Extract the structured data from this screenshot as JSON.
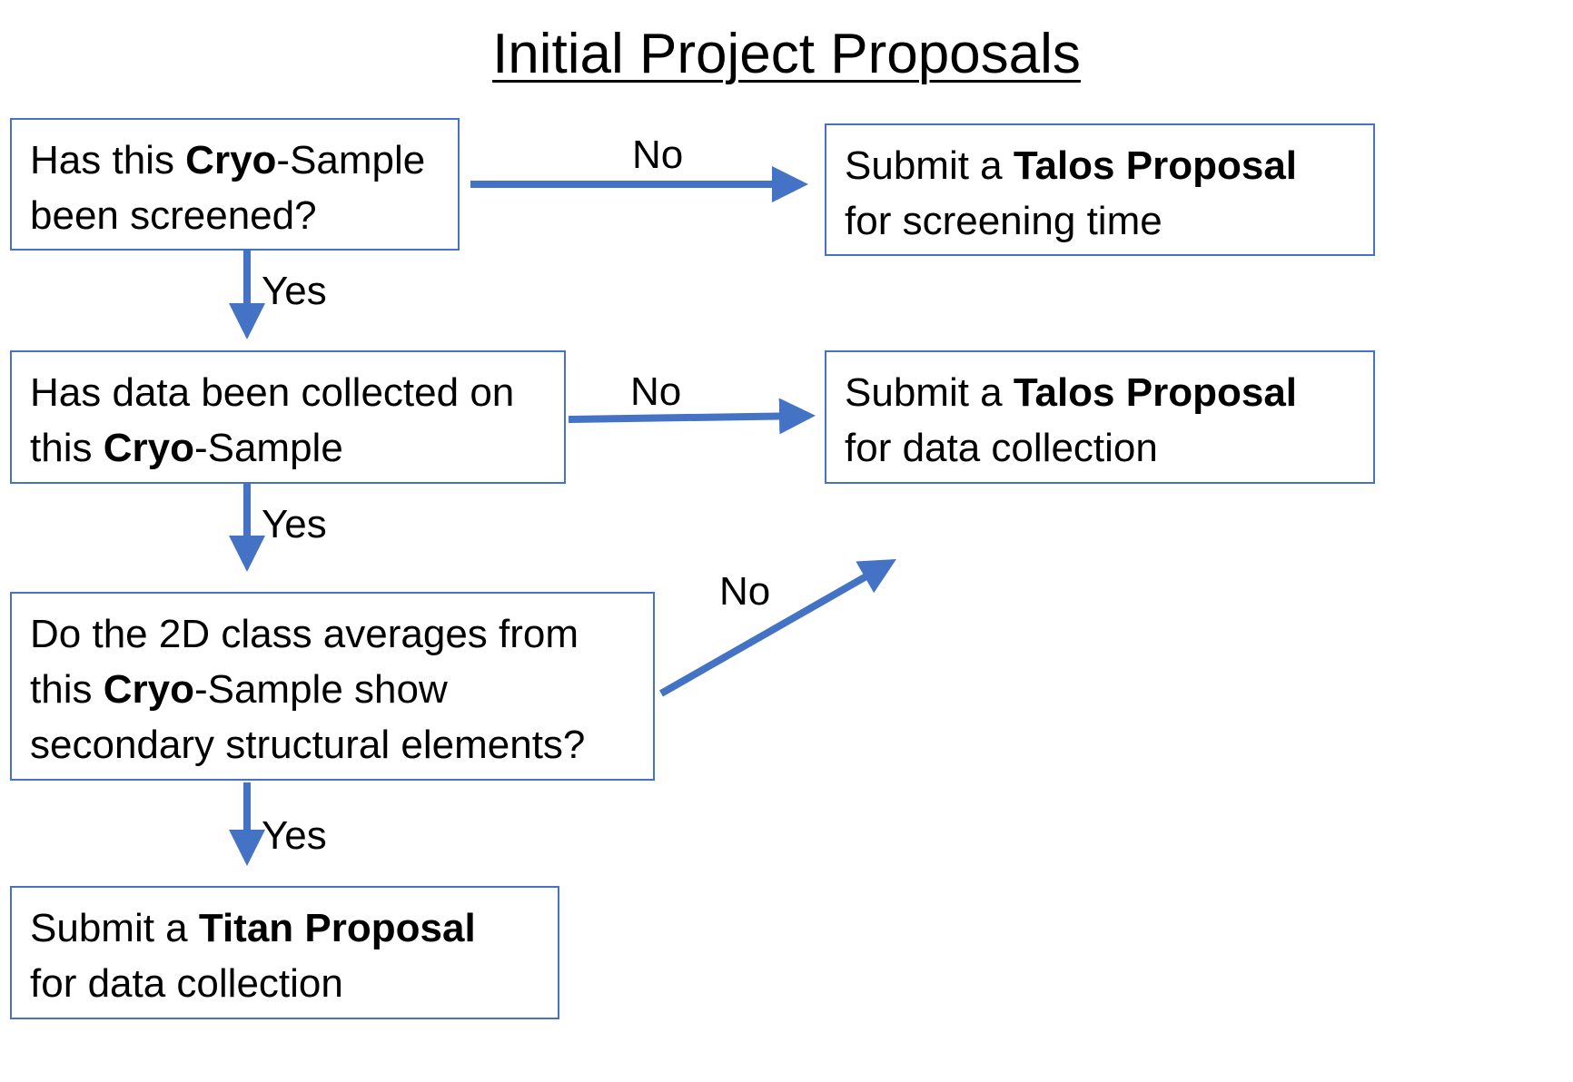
{
  "title": "Initial Project Proposals",
  "colors": {
    "arrow": "#4472c4",
    "box_border": "#4472c4"
  },
  "nodes": {
    "q_screened": {
      "line1": [
        "Has this ",
        "Cryo",
        "-Sample"
      ],
      "line2": "been screened?"
    },
    "q_collected": {
      "line1": "Has data been collected on",
      "line2": [
        "this ",
        "Cryo",
        "-Sample"
      ]
    },
    "q_2d_class": {
      "line1": "Do the 2D class averages from",
      "line2": [
        "this ",
        "Cryo",
        "-Sample show"
      ],
      "line3": "secondary structural elements?"
    },
    "titan": {
      "line1": [
        "Submit a ",
        "Titan Proposal"
      ],
      "line2": "for data collection"
    },
    "talos_screening": {
      "line1": [
        "Submit a ",
        "Talos Proposal"
      ],
      "line2": "for screening time"
    },
    "talos_collection": {
      "line1": [
        "Submit a ",
        "Talos Proposal"
      ],
      "line2": "for data collection"
    }
  },
  "edges": {
    "screened_no": "No",
    "screened_yes": "Yes",
    "collected_no": "No",
    "collected_yes": "Yes",
    "class_no": "No",
    "class_yes": "Yes"
  }
}
